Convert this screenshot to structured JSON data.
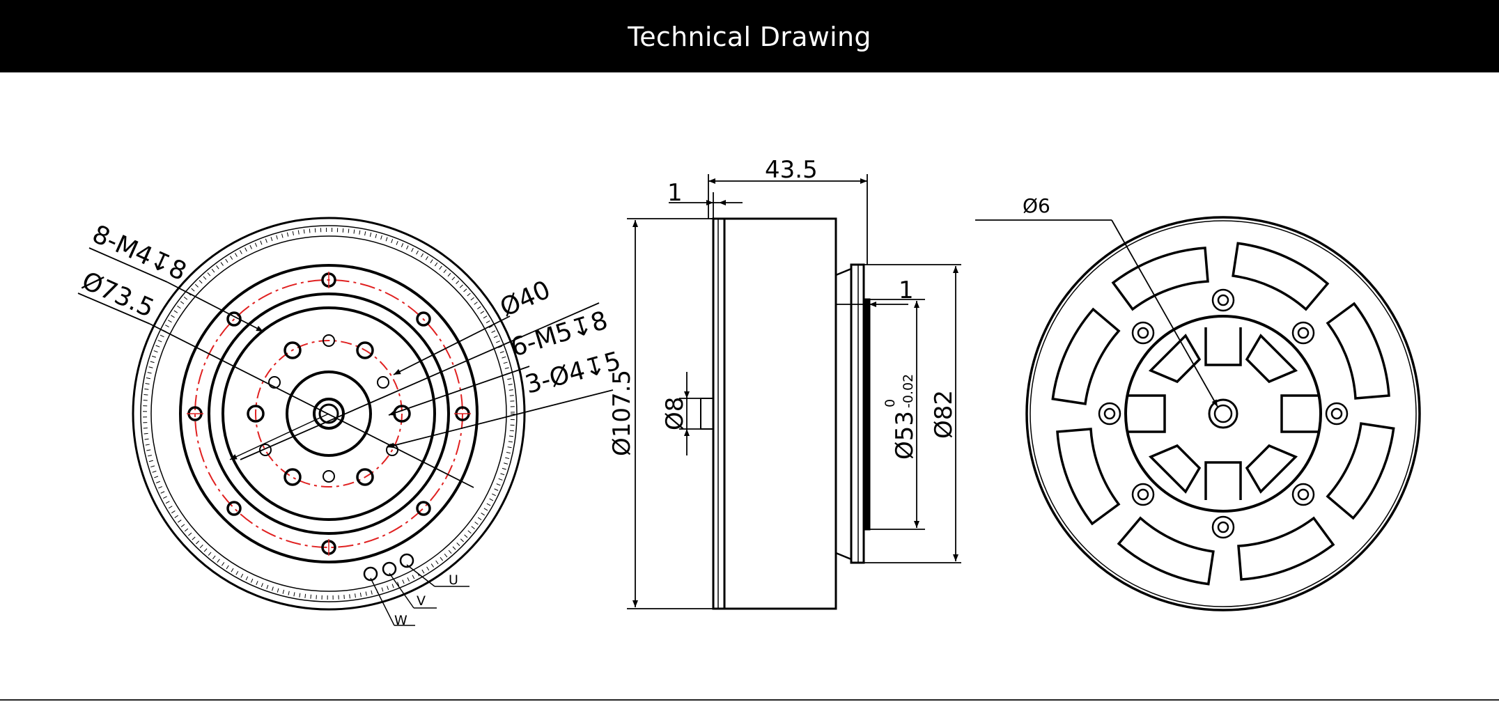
{
  "header": {
    "title": "Technical Drawing"
  },
  "colors": {
    "header_bg": "#000000",
    "header_text": "#ffffff",
    "line": "#000000",
    "center_line": "#e02020"
  },
  "front_view": {
    "labels": {
      "threaded_holes_outer": "8-M4↧8",
      "pitch_diameter": "Ø73.5",
      "inner_diameter": "Ø40",
      "threaded_holes_inner": "6-M5↧8",
      "through_holes": "3-Ø4↧5",
      "phase_u": "U",
      "phase_v": "V",
      "phase_w": "W"
    }
  },
  "side_view": {
    "labels": {
      "total_length": "43.5",
      "flange_gap": "1",
      "rear_step": "1",
      "body_diameter": "Ø107.5",
      "shaft_diameter": "Ø8",
      "spigot_diameter": "Ø53",
      "spigot_tol_upper": "0",
      "spigot_tol_lower": "-0.02",
      "rear_diameter": "Ø82"
    }
  },
  "rear_view": {
    "labels": {
      "shaft_hole": "Ø6"
    }
  }
}
